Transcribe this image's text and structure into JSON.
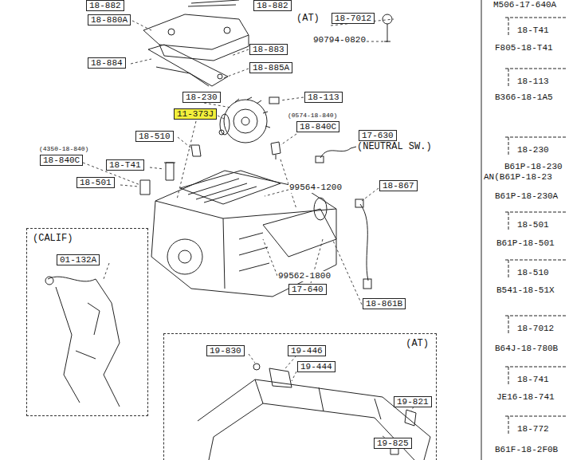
{
  "diagram": {
    "nodes": [
      {
        "text": [
          "18-882"
        ]
      },
      {
        "text": [
          "18-882"
        ]
      },
      {
        "text": [
          "18-880A"
        ]
      },
      {
        "text": [
          "18-7012"
        ]
      },
      {
        "text": [
          "18-883"
        ]
      },
      {
        "text": [
          "18-884"
        ]
      },
      {
        "text": [
          "18-885A"
        ]
      },
      {
        "text": [
          "18-230"
        ]
      },
      {
        "text": [
          "18-113"
        ]
      },
      {
        "text": [
          "11-373J"
        ]
      },
      {
        "text": [
          "18-840C"
        ]
      },
      {
        "text": [
          "18-510"
        ]
      },
      {
        "text": [
          "17-630"
        ]
      },
      {
        "text": [
          "18-840C"
        ]
      },
      {
        "text": [
          "18-T41"
        ]
      },
      {
        "text": [
          "18-501"
        ]
      },
      {
        "text": [
          "18-867"
        ]
      },
      {
        "text": [
          "(CALIF)"
        ]
      },
      {
        "text": [
          "01-132A"
        ],
        "in": 17
      },
      {
        "text": [
          "17-640"
        ]
      },
      {
        "text": [
          "18-861B"
        ]
      },
      {
        "text": [
          "(AT)"
        ]
      },
      {
        "text": [
          "19-830"
        ],
        "in": 21
      },
      {
        "text": [
          "19-446"
        ],
        "in": 21
      },
      {
        "text": [
          "19-444"
        ],
        "in": 21
      },
      {
        "text": [
          "19-821"
        ],
        "in": 21
      },
      {
        "text": [
          "19-825"
        ],
        "in": 21
      }
    ],
    "labels": [
      "(AT)",
      "90794-0820",
      "(0574-18-840)",
      "(NEUTRAL SW.)",
      "(4350-18-840)",
      "99564-1200",
      "99562-1800",
      "M506-17-640A",
      "18-T41",
      "F805-18-T41",
      "18-113",
      "B366-18-1A5",
      "18-230",
      "B61P-18-230",
      "AN(B61P-18-23",
      "B61P-18-230A",
      "18-501",
      "B61P-18-501",
      "18-510",
      "B541-18-51X",
      "18-7012",
      "B64J-18-780B",
      "18-741",
      "JE16-18-741",
      "18-772",
      "B61F-18-2F0B"
    ]
  }
}
